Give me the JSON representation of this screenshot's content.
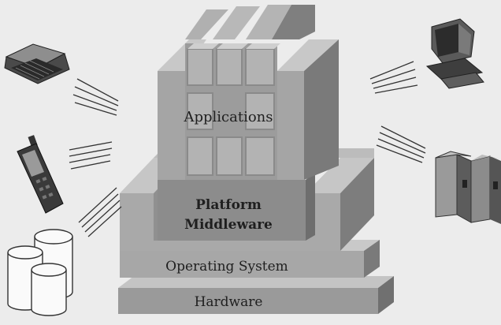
{
  "layers": {
    "applications": "Applications",
    "platform_middleware_line1": "Platform",
    "platform_middleware_line2": "Middleware",
    "operating_system": "Operating System",
    "hardware": "Hardware"
  },
  "devices": [
    {
      "icon": "pda-keyboard-icon"
    },
    {
      "icon": "mobile-phone-icon"
    },
    {
      "icon": "database-cylinders-icon"
    },
    {
      "icon": "desktop-computer-icon"
    },
    {
      "icon": "server-rack-icon"
    }
  ],
  "colors": {
    "background": "#ececec",
    "front_face": "#a9a9a9",
    "top_face": "#c8c8c8",
    "side_face": "#7d7d7d",
    "middleware_face": "#8d8d8d",
    "app_cell": "#b3b3b3"
  }
}
